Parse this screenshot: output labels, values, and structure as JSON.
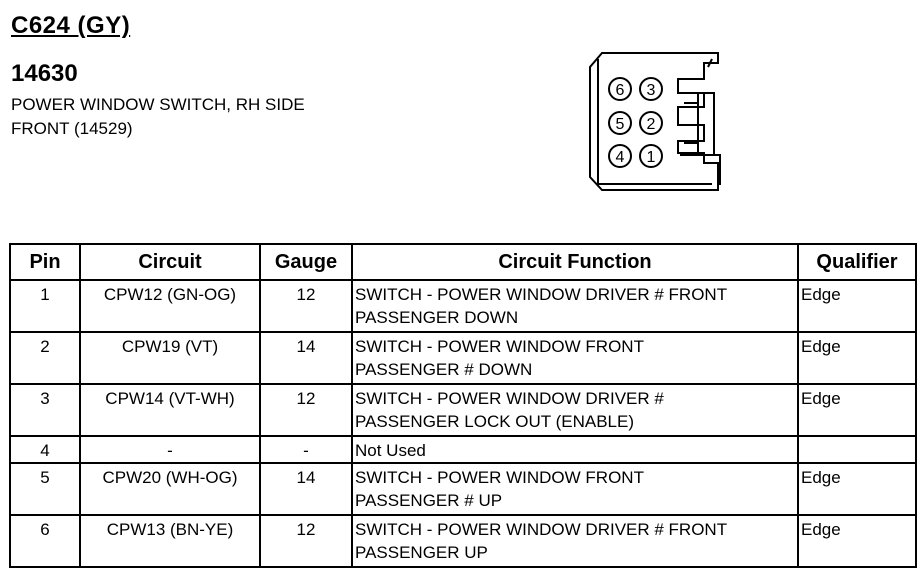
{
  "header": {
    "connector_id": "C624 (GY)",
    "part_number": "14630",
    "description_line1": "POWER WINDOW SWITCH, RH SIDE",
    "description_line2": "FRONT (14529)"
  },
  "connector_pins": [
    "6",
    "3",
    "5",
    "2",
    "4",
    "1"
  ],
  "table": {
    "headers": [
      "Pin",
      "Circuit",
      "Gauge",
      "Circuit Function",
      "Qualifier"
    ],
    "rows": [
      {
        "pin": "1",
        "circuit": "CPW12 (GN-OG)",
        "gauge": "12",
        "function_line1": "SWITCH - POWER WINDOW DRIVER # FRONT",
        "function_line2": "PASSENGER DOWN",
        "qualifier": "Edge"
      },
      {
        "pin": "2",
        "circuit": "CPW19 (VT)",
        "gauge": "14",
        "function_line1": "SWITCH - POWER WINDOW FRONT",
        "function_line2": "PASSENGER # DOWN",
        "qualifier": "Edge"
      },
      {
        "pin": "3",
        "circuit": "CPW14 (VT-WH)",
        "gauge": "12",
        "function_line1": "SWITCH - POWER WINDOW DRIVER #",
        "function_line2": "PASSENGER LOCK OUT (ENABLE)",
        "qualifier": "Edge"
      },
      {
        "pin": "4",
        "circuit": "-",
        "gauge": "-",
        "function_line1": "Not Used",
        "function_line2": "",
        "qualifier": ""
      },
      {
        "pin": "5",
        "circuit": "CPW20 (WH-OG)",
        "gauge": "14",
        "function_line1": "SWITCH - POWER WINDOW FRONT",
        "function_line2": "PASSENGER # UP",
        "qualifier": "Edge"
      },
      {
        "pin": "6",
        "circuit": "CPW13 (BN-YE)",
        "gauge": "12",
        "function_line1": "SWITCH - POWER WINDOW DRIVER # FRONT",
        "function_line2": "PASSENGER UP",
        "qualifier": "Edge"
      }
    ]
  }
}
